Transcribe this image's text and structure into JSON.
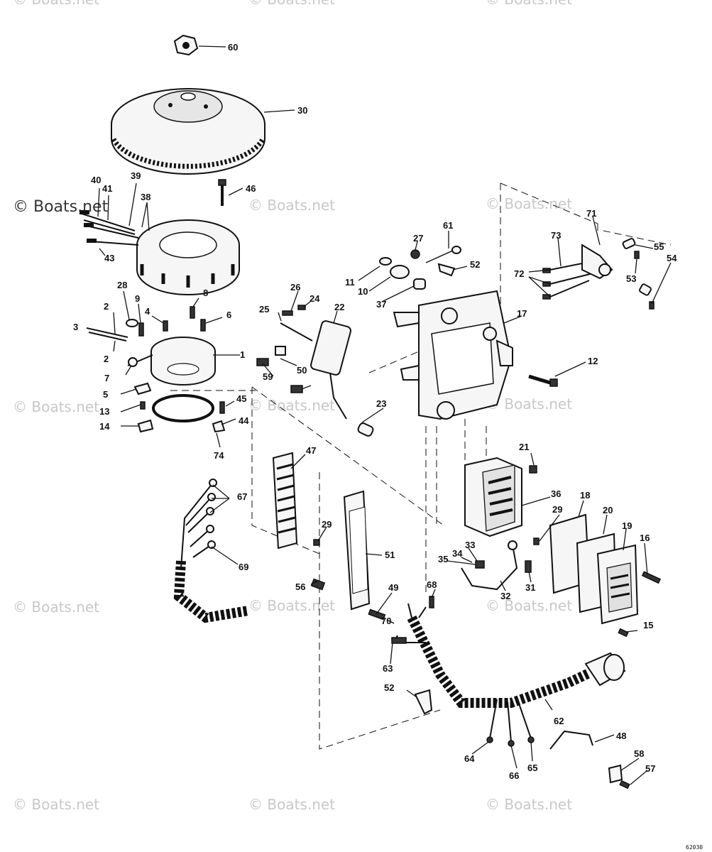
{
  "watermark": "© Boats.net",
  "watermark_primary": "© Boats.net",
  "drawing_code": "62030",
  "callouts": [
    "60",
    "30",
    "46",
    "40",
    "41",
    "39",
    "38",
    "43",
    "28",
    "9",
    "2",
    "3",
    "2",
    "4",
    "8",
    "6",
    "1",
    "7",
    "5",
    "13",
    "45",
    "44",
    "14",
    "74",
    "26",
    "24",
    "25",
    "22",
    "50",
    "59",
    "23",
    "27",
    "61",
    "52",
    "11",
    "10",
    "37",
    "17",
    "12",
    "71",
    "73",
    "72",
    "55",
    "53",
    "54",
    "21",
    "47",
    "67",
    "69",
    "29",
    "51",
    "56",
    "36",
    "29",
    "18",
    "20",
    "19",
    "16",
    "34",
    "33",
    "35",
    "32",
    "31",
    "49",
    "68",
    "70",
    "63",
    "15",
    "52",
    "62",
    "48",
    "64",
    "66",
    "65",
    "58",
    "57"
  ]
}
